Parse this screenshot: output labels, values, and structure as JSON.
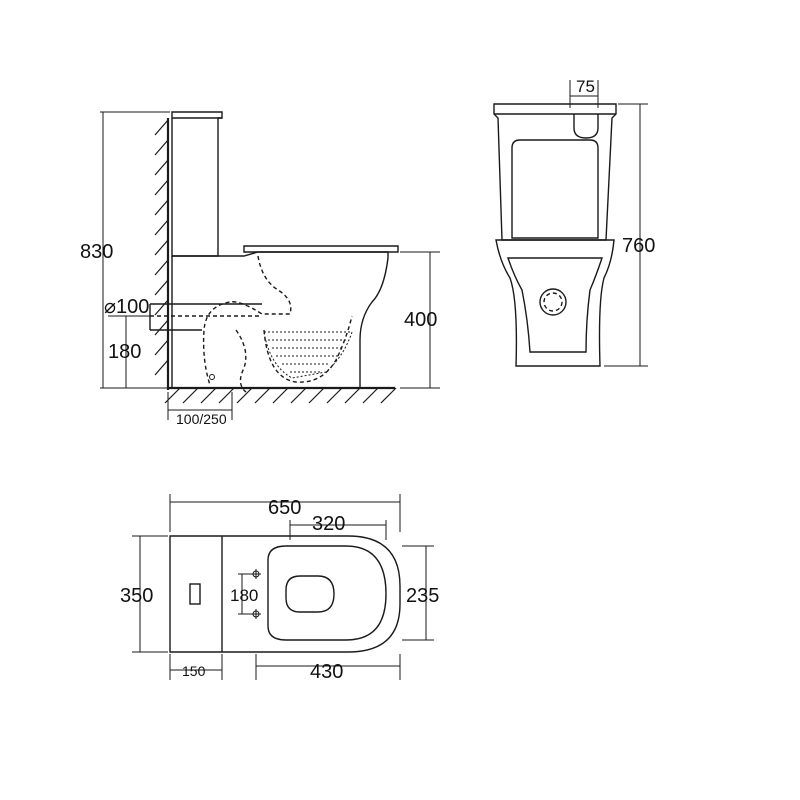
{
  "dimensions": {
    "total_height": "830",
    "pipe_diameter": "⌀100",
    "pipe_height": "180",
    "wall_distance": "100/250",
    "seat_height": "400",
    "tank_width": "75",
    "front_height": "760",
    "total_length": "650",
    "bowl_length": "320",
    "total_width": "350",
    "fixing_spacing": "180",
    "seat_width": "235",
    "tank_depth": "150",
    "bowl_depth": "430"
  }
}
